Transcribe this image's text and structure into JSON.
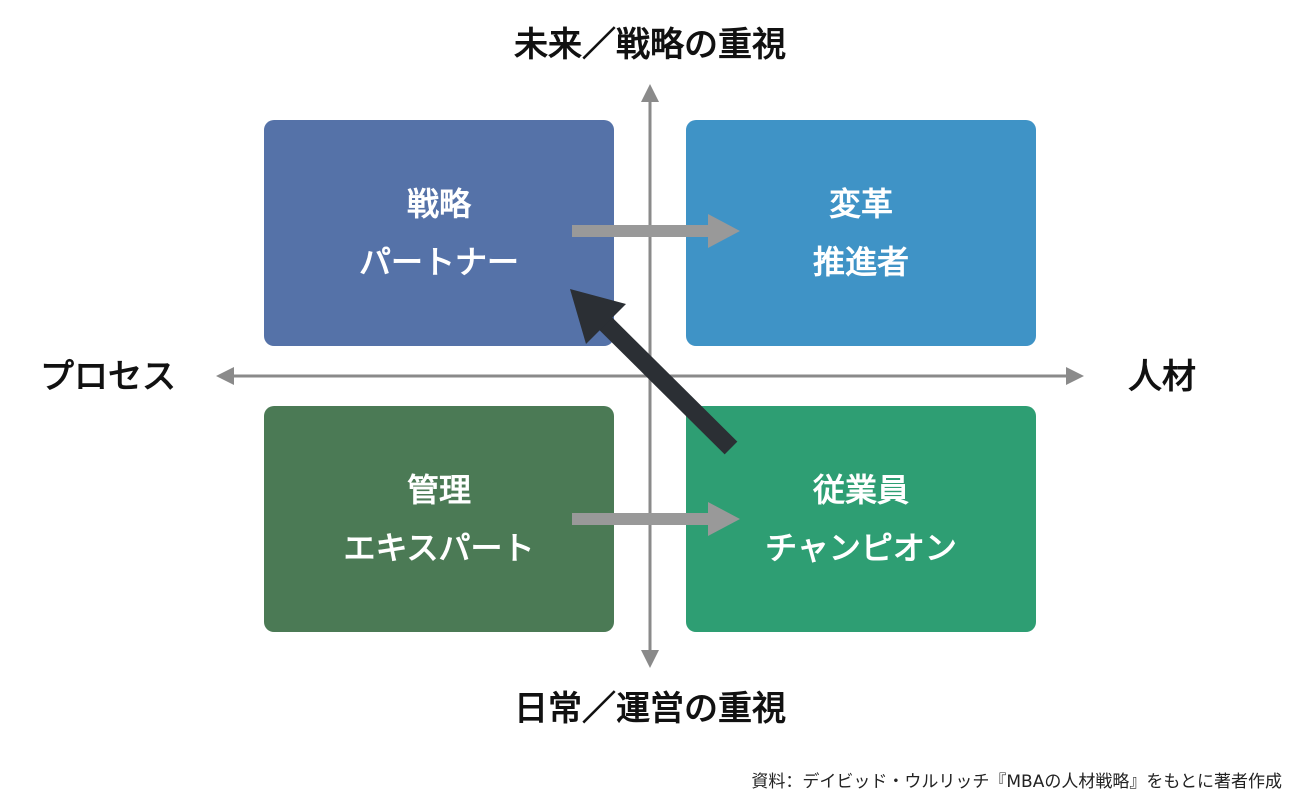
{
  "axes": {
    "top": "未来／戦略の重視",
    "bottom": "日常／運営の重視",
    "left": "プロセス",
    "right": "人材"
  },
  "quadrants": {
    "top_left": {
      "line1": "戦略",
      "line2": "パートナー",
      "color": "#5572a8"
    },
    "top_right": {
      "line1": "変革",
      "line2": "推進者",
      "color": "#3f93c6"
    },
    "bottom_left": {
      "line1": "管理",
      "line2": "エキスパート",
      "color": "#4b7a55"
    },
    "bottom_right": {
      "line1": "従業員",
      "line2": "チャンピオン",
      "color": "#2e9e73"
    }
  },
  "colors": {
    "axis": "#8a8a8a",
    "transition_arrow": "#999999",
    "main_arrow": "#2b2f34"
  },
  "source": "資料：デイビッド・ウルリッチ『MBAの人材戦略』をもとに著者作成"
}
